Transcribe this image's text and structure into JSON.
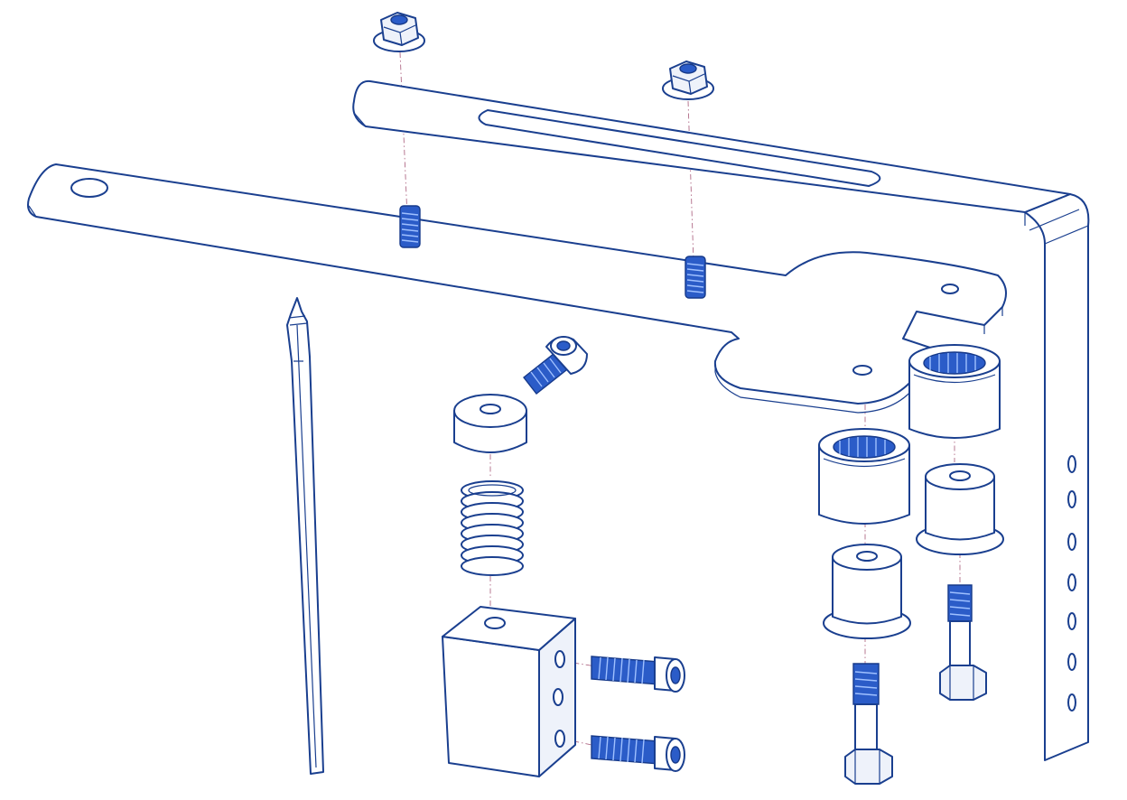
{
  "diagram": {
    "type": "exploded-assembly-drawing",
    "line_color": "#1a3f8f",
    "fastener_color": "#2b5cc8",
    "axis_color": "#b06a86",
    "background": "#ffffff",
    "parts": [
      "flange-nut",
      "flange-nut",
      "slotted-arm",
      "long-arm",
      "threaded-stud",
      "threaded-stud",
      "l-bracket",
      "needle-bearing",
      "needle-bearing",
      "flanged-bushing",
      "flanged-bushing",
      "shoulder-bolt",
      "shoulder-bolt",
      "socket-head-screw",
      "socket-head-screw",
      "socket-head-screw",
      "spacer",
      "compression-spring",
      "mounting-block",
      "pin"
    ]
  }
}
